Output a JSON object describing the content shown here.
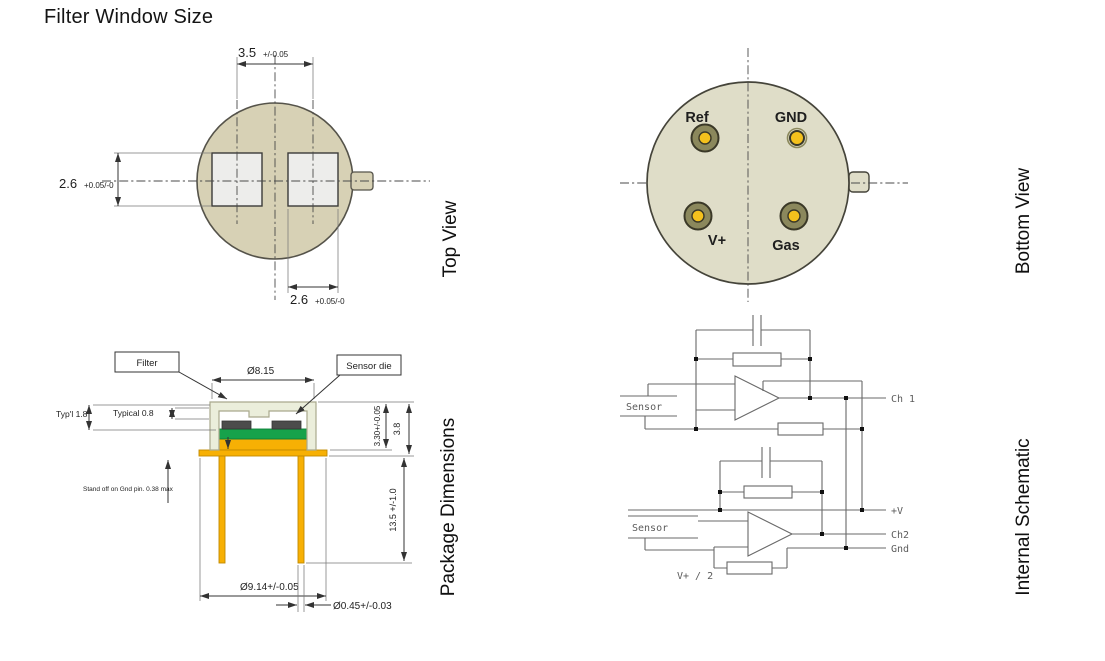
{
  "title": "Filter Window Size",
  "top_view": {
    "label": "Top View",
    "dim_pitch_value": "3.5",
    "dim_pitch_tol": "+/-0.05",
    "dim_height_value": "2.6",
    "dim_height_tol": "+0.05/-0",
    "dim_width_value": "2.6",
    "dim_width_tol": "+0.05/-0"
  },
  "bottom_view": {
    "label": "Bottom View",
    "pins": {
      "ref": "Ref",
      "gnd": "GND",
      "vplus": "V+",
      "gas": "Gas"
    }
  },
  "package": {
    "label": "Package Dimensions",
    "callout_filter": "Filter",
    "callout_sensor_die": "Sensor die",
    "dim_cap_diameter": "Ø8.15",
    "dim_typ_height": "Typ'l 1.8",
    "dim_typical_gap": "Typical 0.8",
    "dim_cap_height": "3.30+/-0.05",
    "dim_header_height": "3.8",
    "dim_pin_length": "13.5 +/-1.0",
    "dim_standoff": "Stand off on Gnd pin. 0.38 max",
    "dim_flange_diameter": "Ø9.14+/-0.05",
    "dim_pin_diameter": "Ø0.45+/-0.03"
  },
  "schematic": {
    "label": "Internal Schematic",
    "sensor1": "Sensor",
    "sensor2": "Sensor",
    "ch1": "Ch 1",
    "vplus": "+V",
    "ch2": "Ch2",
    "gnd": "Gnd",
    "vhalf": "V+ / 2"
  },
  "colors": {
    "top_body": "#d7d1b5",
    "bottom_body": "#dfddc8",
    "window_fill": "#ededeb",
    "pin_ring": "#8b885c",
    "pin_gold": "#f4c11d",
    "header_gold": "#f7b004",
    "pcb_green": "#17a24b",
    "die_gray": "#4c4c4c",
    "filter_cream": "#ebeedb"
  }
}
